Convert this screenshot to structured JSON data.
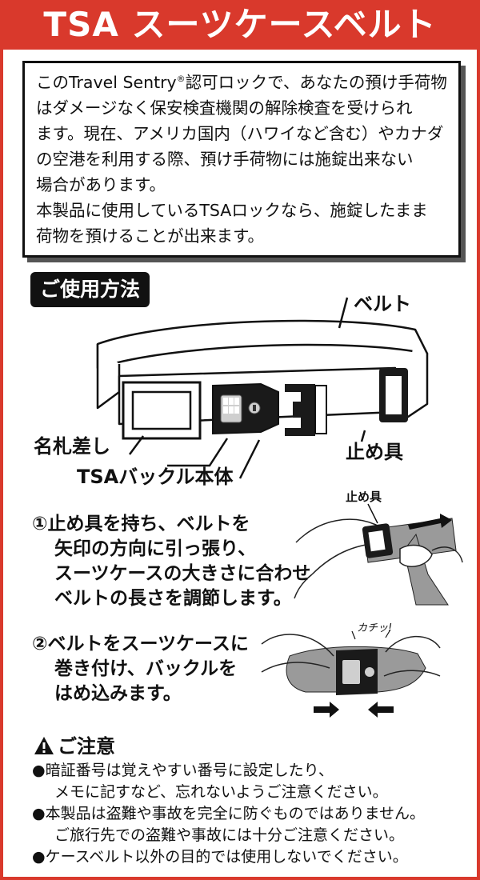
{
  "header": {
    "title": "TSA スーツケースベルト"
  },
  "intro": {
    "line1_a": "このTravel Sentry",
    "line1_reg": "®",
    "line1_b": "認可ロックで、あなたの預け手荷物",
    "line2": "はダメージなく保安検査機関の解除検査を受けられ",
    "line3": "ます。現在、アメリカ国内（ハワイなど含む）やカナダ",
    "line4": "の空港を利用する際、預け手荷物には施錠出来ない",
    "line5": "場合があります。",
    "line6": "本製品に使用しているTSAロックなら、施錠したまま",
    "line7": "荷物を預けることが出来ます。"
  },
  "usage": {
    "heading": "ご使用方法",
    "labels": {
      "belt": "ベルト",
      "name_tag": "名札差し",
      "stopper": "止め具",
      "buckle": "TSAバックル本体"
    },
    "step1": {
      "lines": [
        "①止め具を持ち、ベルトを",
        "矢印の方向に引っ張り、",
        "スーツケースの大きさに合わせ",
        "ベルトの長さを調節します。"
      ],
      "photo_label": "止め具"
    },
    "step2": {
      "lines": [
        "②ベルトをスーツケースに",
        "巻き付け、バックルを",
        "はめ込みます。"
      ],
      "sound": "カチッ!"
    }
  },
  "caution": {
    "title": "ご注意",
    "items": [
      "●暗証番号は覚えやすい番号に設定したり、",
      "メモに記すなど、忘れないようご注意ください。",
      "●本製品は盗難や事故を完全に防ぐものではありません。",
      "ご旅行先での盗難や事故には十分ご注意ください。",
      "●ケースベルト以外の目的では使用しないでください。"
    ]
  },
  "colors": {
    "accent": "#d9392c",
    "ink": "#111111",
    "photo_gray": "#9a9a9a"
  }
}
